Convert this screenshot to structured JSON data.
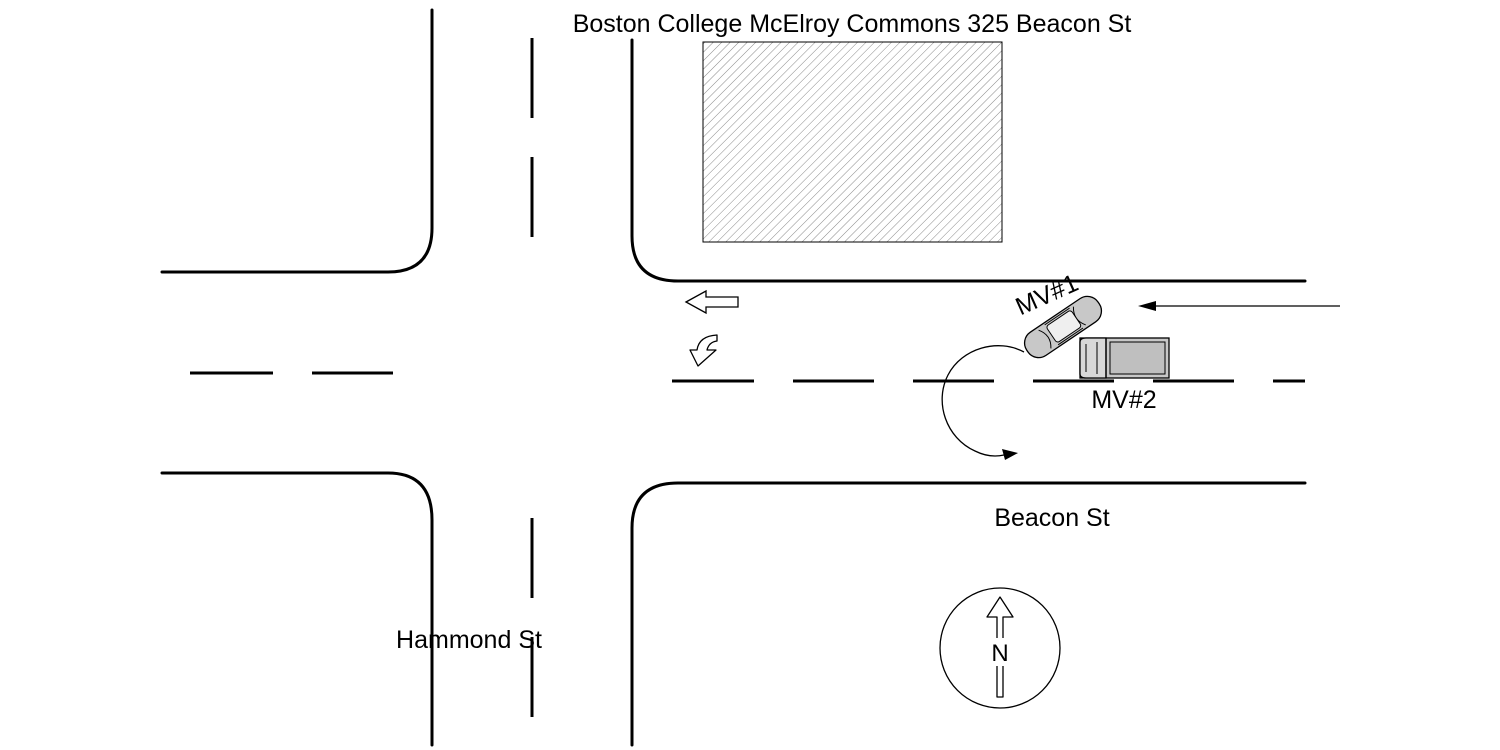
{
  "labels": {
    "building": "Boston College McElroy Commons 325 Beacon St",
    "beacon": "Beacon St",
    "hammond": "Hammond St",
    "mv1": "MV#1",
    "mv2": "MV#2",
    "north": "N"
  },
  "icons": {
    "left_arrow": "left-arrow-icon",
    "uturn_arrow": "u-turn-arrow-icon",
    "direction_arrow": "direction-arrow-icon",
    "north_arrow": "north-arrow-icon"
  },
  "colors": {
    "lines": "#000000",
    "vehicle_fill": "#c8c8c8",
    "building_hatch": "#8a8a8a"
  }
}
